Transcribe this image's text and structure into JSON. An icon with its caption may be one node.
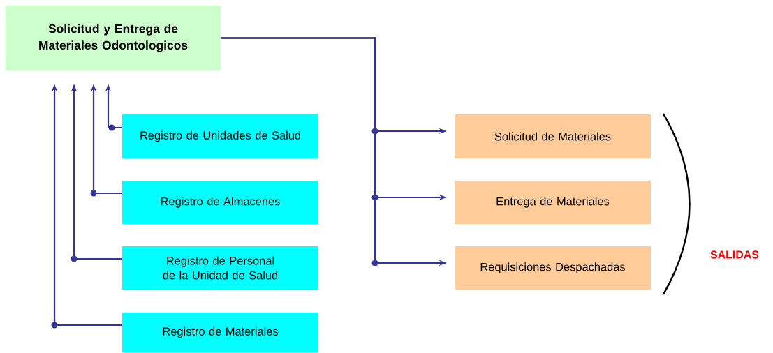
{
  "diagram": {
    "nodes": [
      {
        "text": [
          "Solicitud y Entrega de Materiales Odontologicos"
        ]
      },
      {
        "text": [
          "Registro de Unidades de Salud"
        ]
      },
      {
        "text": [
          "Registro de Almacenes"
        ]
      },
      {
        "text": [
          "Registro de Personal de la Unidad de Salud"
        ]
      },
      {
        "text": [
          "Registro de Materiales"
        ]
      },
      {
        "text": [
          "Solicitud de Materiales"
        ]
      },
      {
        "text": [
          "Entrega de Materiales"
        ]
      },
      {
        "text": [
          "Requisiciones Despachadas"
        ]
      }
    ],
    "edges": [
      {
        "from": 1,
        "to": 0,
        "arrow": "to"
      },
      {
        "from": 2,
        "to": 0,
        "arrow": "to"
      },
      {
        "from": 3,
        "to": 0,
        "arrow": "to"
      },
      {
        "from": 4,
        "to": 0,
        "arrow": "to"
      },
      {
        "from": 0,
        "to": 5,
        "arrow": "to"
      },
      {
        "from": 0,
        "to": 6,
        "arrow": "to"
      },
      {
        "from": 0,
        "to": 7,
        "arrow": "to"
      }
    ],
    "labels": [
      "SALIDAS"
    ]
  }
}
